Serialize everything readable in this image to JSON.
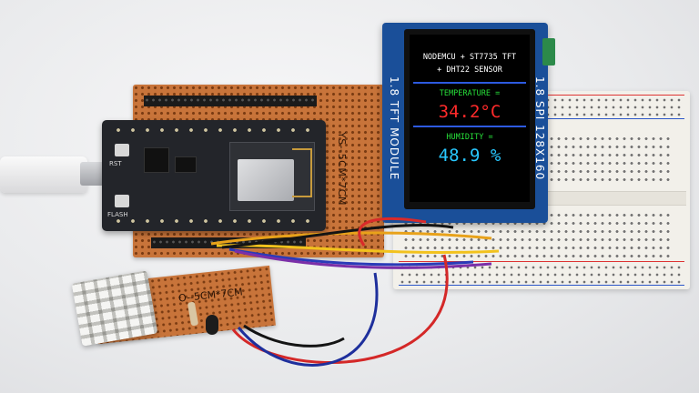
{
  "tft_screen": {
    "line1": "NODEMCU + ST7735 TFT",
    "line2": "+ DHT22 SENSOR",
    "temperature_label": "TEMPERATURE =",
    "temperature_value": "34.2°C",
    "humidity_label": "HUMIDITY =",
    "humidity_value": "48.9 %"
  },
  "tft_module": {
    "left_label": "1.8 TFT MODULE",
    "right_label": "1.8 SPI 128X160"
  },
  "perfboard": {
    "label": "YS--5CM*7CM"
  },
  "sensor_board": {
    "label": "O--5CM*7CM"
  },
  "nodemcu": {
    "rst_label": "RST",
    "flash_label": "FLASH"
  },
  "colors": {
    "screen_title": "#ffffff",
    "temperature_label": "#27e03a",
    "temperature_value": "#ff2a2a",
    "humidity_label": "#27e03a",
    "humidity_value": "#28c8ff",
    "rule": "#2d5ae0",
    "tft_pcb": "#1a4f99",
    "perfboard": "#c8743a"
  }
}
